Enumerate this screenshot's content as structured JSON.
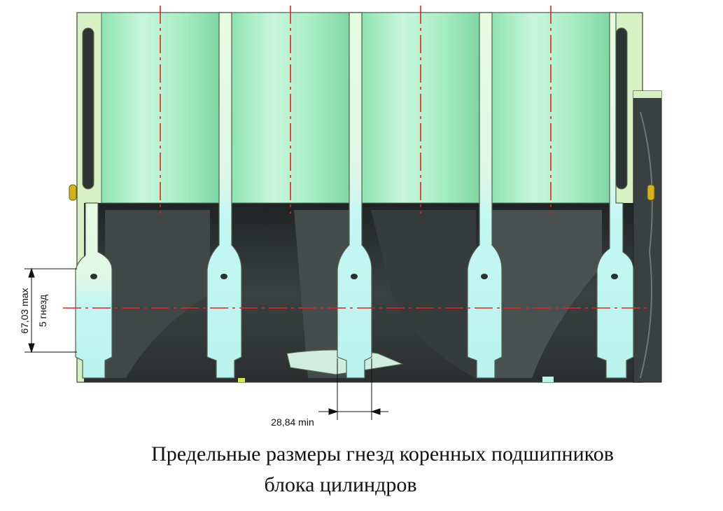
{
  "figure": {
    "dimension_height_value": "67,03 max",
    "dimension_height_label": "5 гнезд",
    "dimension_width_value": "28,84 min"
  },
  "caption": {
    "line1": "Предельные размеры гнезд коренных подшипников",
    "line2": "блока цилиндров"
  },
  "colors": {
    "cylinder": "#b8f0cf",
    "block_outline": "#d9f2c4",
    "block_dark": "#2e3333",
    "bearing_seat": "#d9fbf6",
    "centerline": "#e1241e"
  }
}
